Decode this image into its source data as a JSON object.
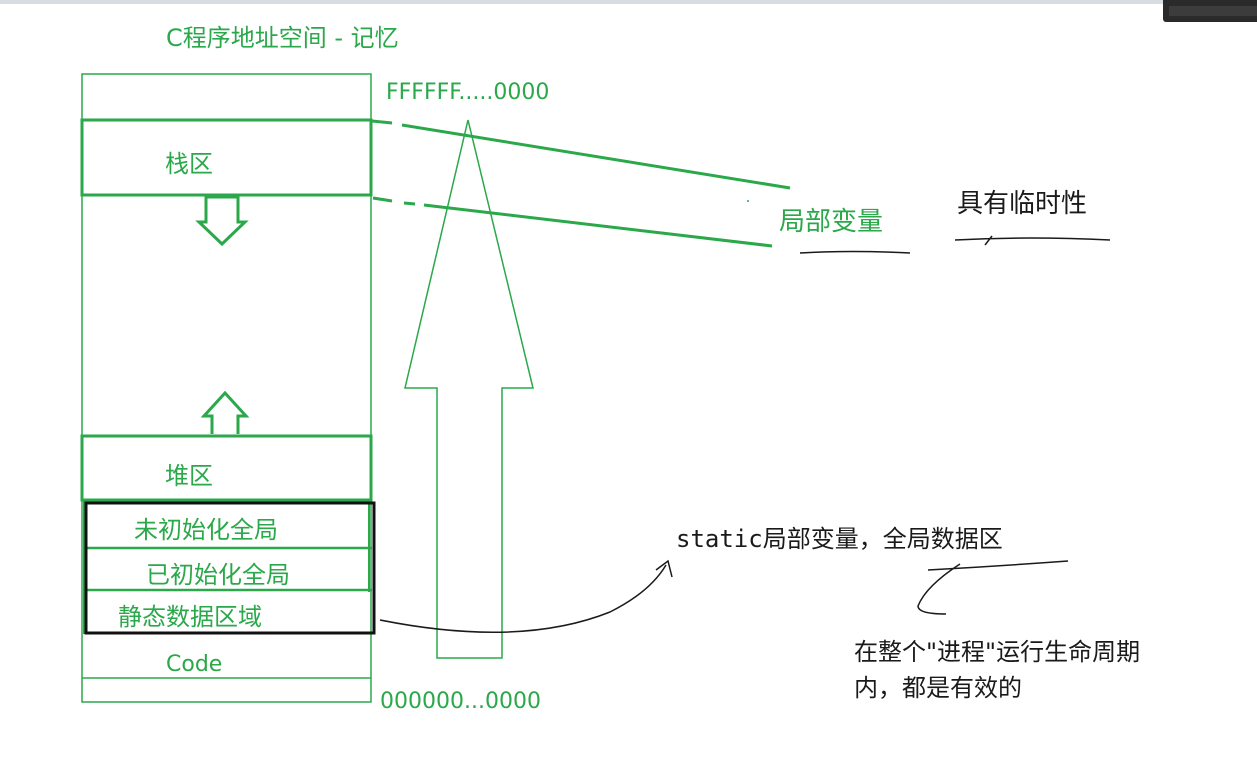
{
  "title": "C程序地址空间 - 记忆",
  "address_high": "FFFFFF.....0000",
  "address_low": "000000...0000",
  "regions": {
    "stack": "栈区",
    "heap": "堆区",
    "uninit_global": "未初始化全局",
    "init_global": "已初始化全局",
    "static_data": "静态数据区域",
    "code": "Code"
  },
  "annotations": {
    "local_vars": "局部变量",
    "temporary": "具有临时性",
    "static_note": "static局部变量，全局数据区",
    "lifetime_line1": "在整个\"进程\"运行生命周期",
    "lifetime_line2": "内，都是有效的"
  },
  "colors": {
    "diagram_green": "#2aa84a",
    "ink": "#1a1a1a"
  }
}
